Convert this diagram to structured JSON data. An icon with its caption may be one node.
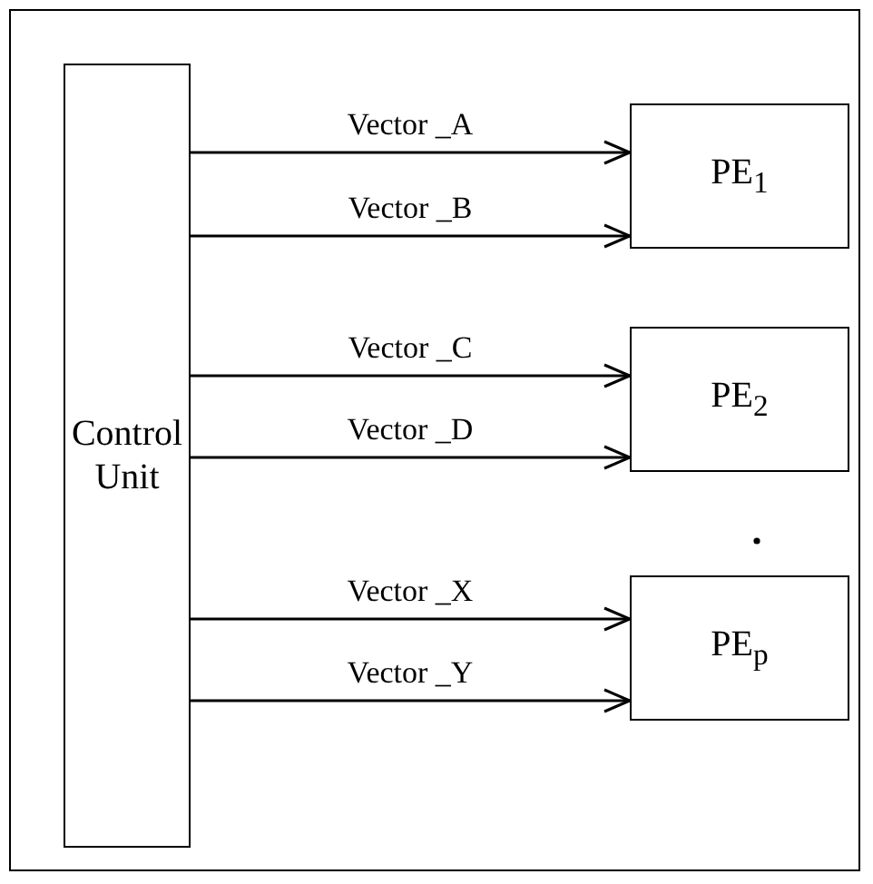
{
  "diagram": {
    "nodes": [
      {
        "text": [
          "Control Unit"
        ]
      },
      {
        "text": [
          "PE$_{1}$"
        ]
      },
      {
        "text": [
          "PE$_{2}$"
        ]
      },
      {
        "text": [
          "PE$_{p}$"
        ]
      }
    ],
    "edges": [
      {
        "from": 0,
        "to": 1,
        "arrow": "to",
        "label": "Vector _A"
      },
      {
        "from": 0,
        "to": 1,
        "arrow": "to",
        "label": "Vector _B"
      },
      {
        "from": 0,
        "to": 2,
        "arrow": "to",
        "label": "Vector _C"
      },
      {
        "from": 0,
        "to": 2,
        "arrow": "to",
        "label": "Vector _D"
      },
      {
        "from": 0,
        "to": 3,
        "arrow": "to",
        "label": "Vector _X"
      },
      {
        "from": 0,
        "to": 3,
        "arrow": "to",
        "label": "Vector _Y"
      }
    ]
  }
}
